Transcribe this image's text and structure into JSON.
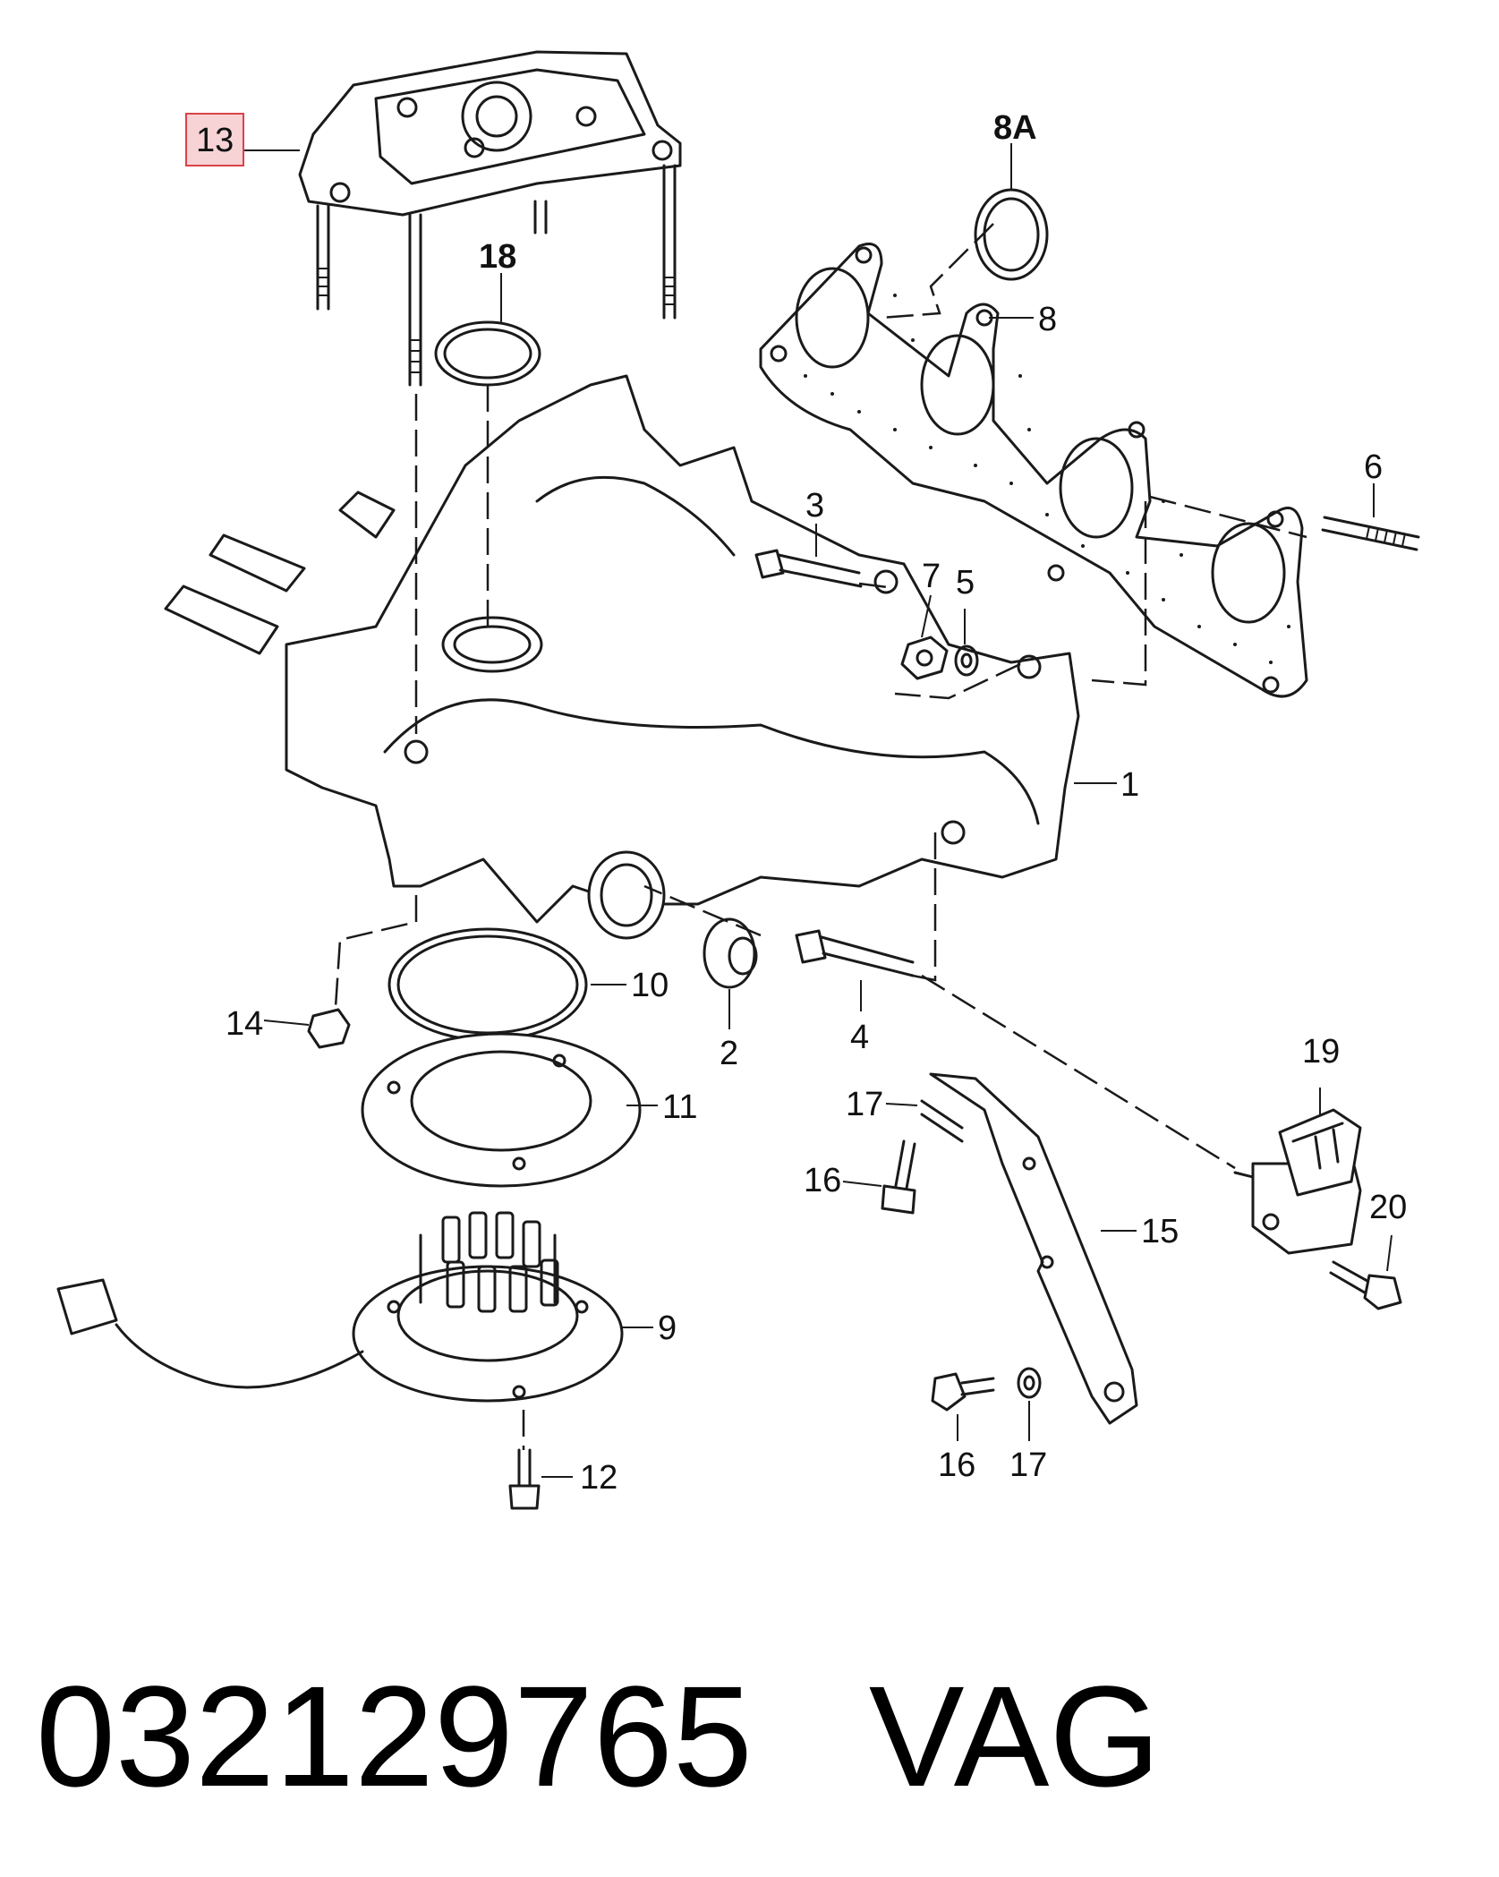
{
  "diagram": {
    "labels": {
      "l13": "13",
      "l18": "18",
      "l8A": "8A",
      "l8": "8",
      "l6": "6",
      "l3": "3",
      "l7": "7",
      "l5": "5",
      "l1": "1",
      "l10": "10",
      "l14": "14",
      "l2": "2",
      "l4": "4",
      "l11": "11",
      "l19": "19",
      "l17a": "17",
      "l16a": "16",
      "l15": "15",
      "l20": "20",
      "l9": "9",
      "l16b": "16",
      "l17b": "17",
      "l12": "12"
    },
    "highlight_color": "#f7d3d5",
    "highlight_border": "#d9434a",
    "highlighted_part": "13"
  },
  "footer": {
    "part_number": "032129765",
    "brand": "VAG"
  }
}
